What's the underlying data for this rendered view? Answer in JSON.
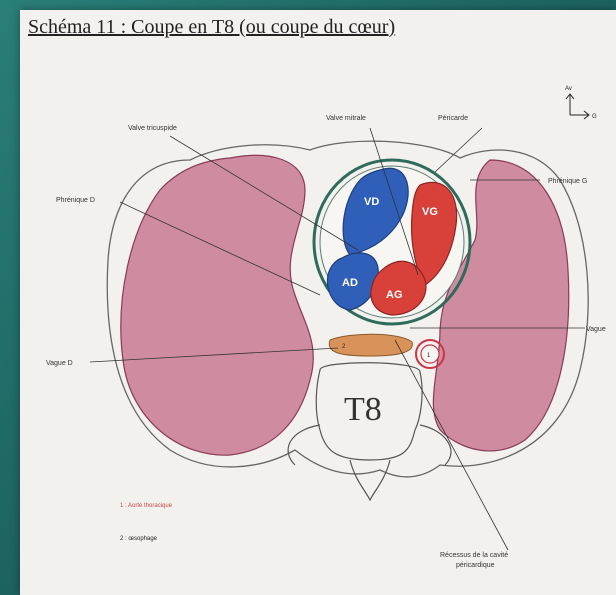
{
  "title": "Schéma 11 : Coupe en T8 (ou coupe du cœur)",
  "labels": {
    "valve_tricuspide": "Valve tricuspide",
    "valve_mitrale": "Valve mitrale",
    "pericarde": "Péricarde",
    "phrenique_g": "Phrénique G",
    "phrenique_d": "Phrénique D",
    "vague_d": "Vague D",
    "vague_g": "Vague",
    "recessus_line1": "Récessus de la cavité",
    "recessus_line2": "péricardique"
  },
  "chambers": {
    "vd": "VD",
    "vg": "VG",
    "ad": "AD",
    "ag": "AG"
  },
  "vertebra": "T8",
  "legend": {
    "item1": "1 : Aorte thoracique",
    "item2": "2 : œsophage"
  },
  "numbers": {
    "aorta": "1",
    "esophagus": "2"
  },
  "axis": {
    "up": "Av",
    "right": "G"
  },
  "colors": {
    "lung": "#c97a93",
    "right_heart": "#2f5fb8",
    "left_heart": "#d8403a",
    "pericardium": "#2e6b5a",
    "esophagus": "#d9935a",
    "aorta": "#c9344a"
  }
}
